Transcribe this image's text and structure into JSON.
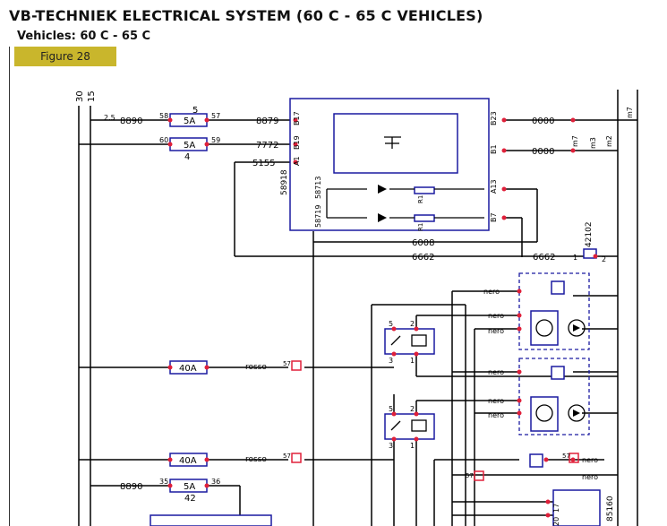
{
  "header": {
    "title": "VB-TECHNIEK ELECTRICAL SYSTEM (60 C - 65 C VEHICLES)",
    "subtitle": "Vehicles: 60 C - 65 C",
    "figure_badge": "Figure 28"
  },
  "colors": {
    "badge": "#c9b62c",
    "wire": "#000000",
    "component": "#1a1aa0",
    "pin": "#e0203a"
  },
  "diagram": {
    "bus": {
      "b30": "30",
      "b15": "15"
    },
    "fuses": {
      "f1": {
        "value": "5A",
        "num": "5",
        "in": "58",
        "out": "57",
        "wire_in": "8890",
        "size": "2.5",
        "wire_out": "8879"
      },
      "f2": {
        "value": "5A",
        "num": "4",
        "in": "60",
        "out": "59",
        "wire_out": "7772"
      },
      "f3": {
        "value": "40A",
        "wire_out": "rosso"
      },
      "f4": {
        "value": "40A",
        "wire_out": "rosso"
      },
      "f5": {
        "value": "5A",
        "num": "42",
        "in": "35",
        "out": "36",
        "wire_in": "8890"
      }
    },
    "module": {
      "code": "58918",
      "sub1": "58713",
      "sub2": "58719",
      "left_pins": [
        "B17",
        "B19",
        "A1"
      ],
      "right_pins": [
        "B23",
        "B1",
        "A13",
        "B7"
      ],
      "resistors": [
        "R1",
        "R1"
      ],
      "wire_a1": "5155"
    },
    "wires": {
      "w0000a": "0000",
      "w0000b": "0000",
      "w6008": "6008",
      "w6662a": "6662",
      "w6662b": "6662",
      "m7": "m7",
      "m2": "m2",
      "m3": "m3",
      "m7top": "m7"
    },
    "switch": {
      "code": "42102",
      "p1": "1",
      "p2": "2"
    },
    "relays": {
      "r1_p5": "5",
      "r1_p2": "2",
      "r1_p1": "1",
      "r1_p3": "3",
      "r2_p5": "5",
      "r2_p2": "2",
      "r2_p1": "1",
      "r2_p3": "3"
    },
    "connectors": {
      "c1": "57",
      "c2": "57",
      "c3": "57",
      "c4": "57"
    },
    "neri": [
      "nero",
      "nero",
      "nero",
      "nero",
      "nero",
      "nero",
      "nero",
      "nero"
    ],
    "bottom_code": "85160",
    "bottom_pins": [
      "17",
      "20"
    ]
  }
}
